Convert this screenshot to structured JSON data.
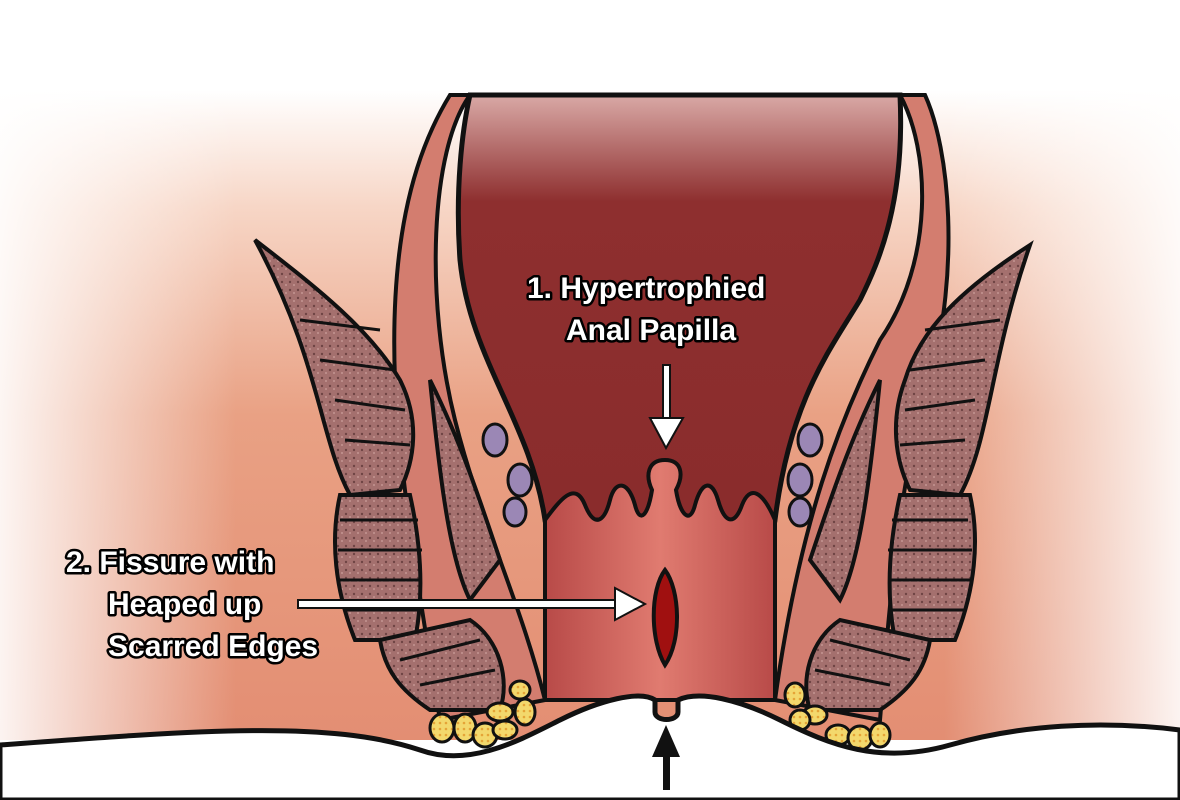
{
  "labels": {
    "papilla": {
      "line1": "1. Hypertrophied",
      "line2": "Anal Papilla"
    },
    "fissure": {
      "line1": "2. Fissure with",
      "line2": "Heaped up",
      "line3": "Scarred Edges"
    }
  },
  "colors": {
    "skin": "#e9a184",
    "canal": "#8e2f2f",
    "mucosa": "#c65a55",
    "muscle": "#9a6a68",
    "fat": "#f2d467",
    "fissure": "#a01010"
  }
}
